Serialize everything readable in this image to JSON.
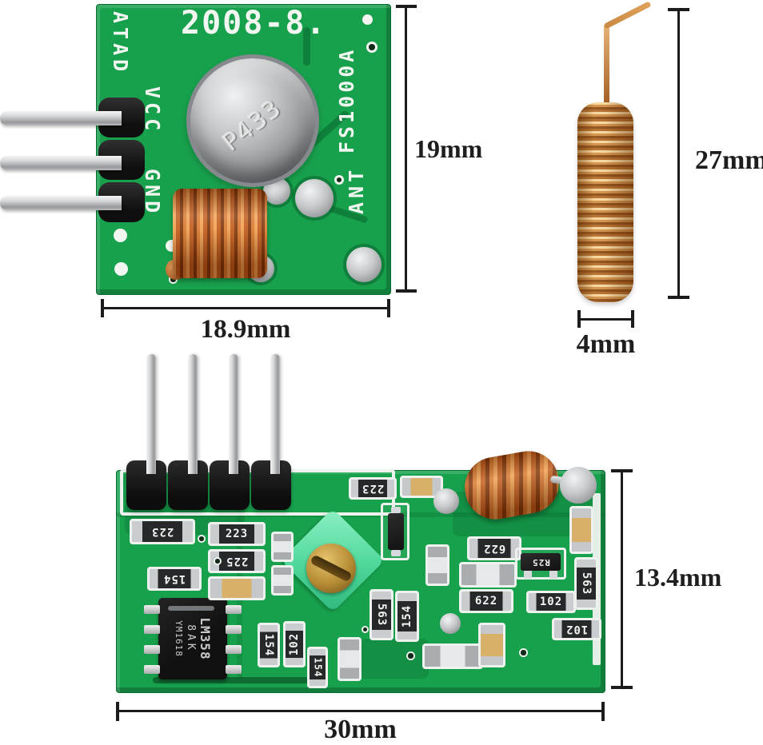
{
  "transmitter": {
    "silk_date": "2008-8.",
    "silk_data": "ATAD",
    "silk_vcc": "VCC",
    "silk_gnd": "GND",
    "silk_model": "FS1000A",
    "silk_ant": "ANT",
    "can_marking": "P433",
    "height_label": "19mm",
    "width_label": "18.9mm"
  },
  "spring_antenna": {
    "height_label": "27mm",
    "width_label": "4mm"
  },
  "receiver": {
    "ic": {
      "line1": "LM358",
      "line2": "8AK",
      "line3": "YM1618"
    },
    "smd": {
      "r223": "223",
      "r225": "225",
      "r154": "154",
      "r622": "622",
      "r102": "102",
      "r563": "563",
      "q1": "R25"
    },
    "height_label": "13.4mm",
    "width_label": "30mm"
  },
  "colors": {
    "background": "#ffffff",
    "pcb_green": "#18a14d",
    "silkscreen": "#f2f6f0",
    "copper": "#c8661c",
    "dimension_line": "#1c1c1c",
    "trimmer_green": "#55d79c",
    "screw_gold": "#c2a04a",
    "header_black": "#181818",
    "pin_silver": "#c6c8ca"
  }
}
